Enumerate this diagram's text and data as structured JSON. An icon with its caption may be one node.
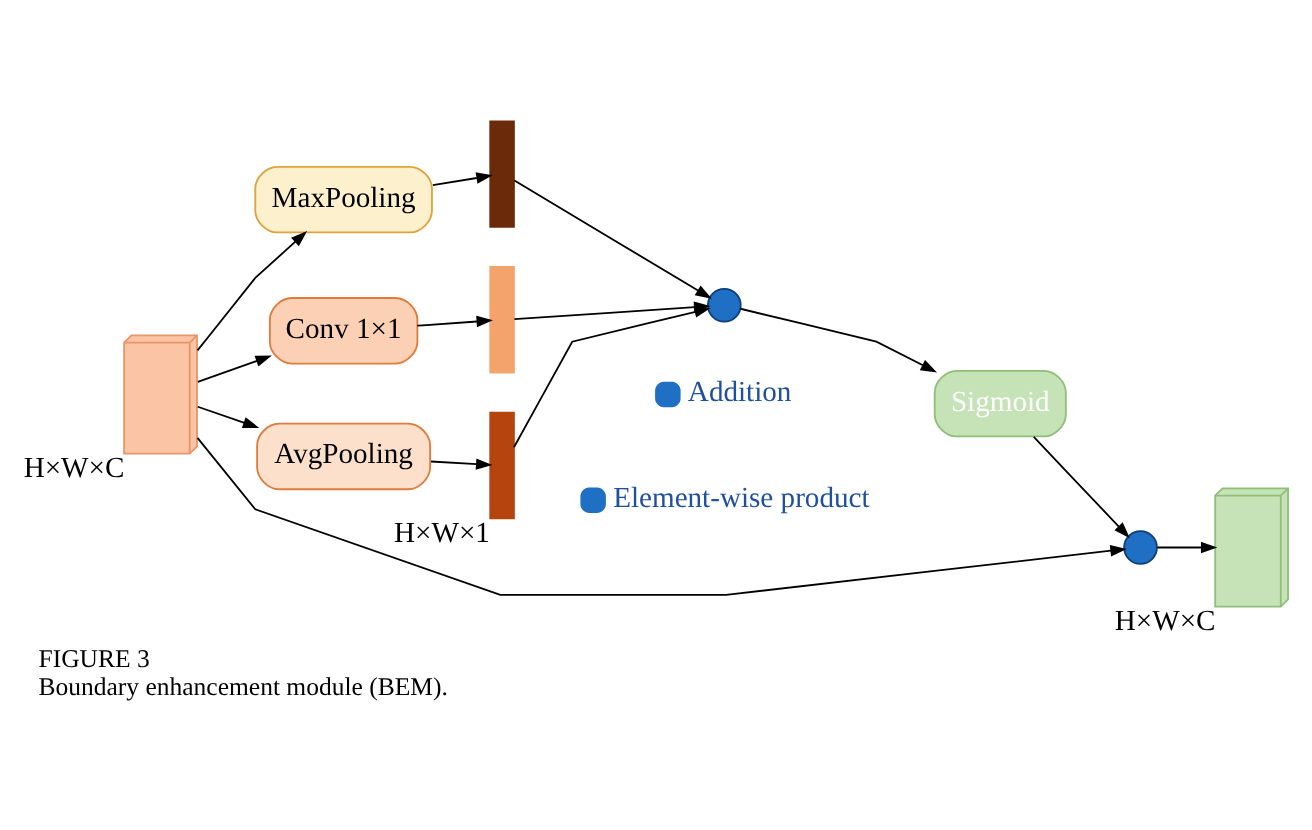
{
  "diagram": {
    "title": "FIGURE 3",
    "caption": "Boundary enhancement module (BEM).",
    "nodes": [
      {
        "text": [],
        "shape": "box",
        "beside": [
          "H×W×C"
        ]
      },
      {
        "text": [
          "AvgPooling"
        ]
      },
      {
        "text": [
          "MaxPooling"
        ]
      },
      {
        "text": [
          "Conv 1×1"
        ]
      },
      {
        "text": [],
        "shape": "bar",
        "beside": [
          "H×W×1"
        ]
      },
      {
        "text": [],
        "shape": "bar"
      },
      {
        "text": [],
        "shape": "bar"
      },
      {
        "text": [],
        "shape": "circle"
      },
      {
        "text": [
          "Sigmoid"
        ]
      },
      {
        "text": [],
        "shape": "circle"
      },
      {
        "text": [],
        "shape": "box",
        "beside": [
          "H×W×C"
        ]
      }
    ],
    "edges": [
      {
        "from": 0,
        "to": 1,
        "arrow": "to"
      },
      {
        "from": 0,
        "to": 2,
        "arrow": "to"
      },
      {
        "from": 0,
        "to": 3,
        "arrow": "to"
      },
      {
        "from": 1,
        "to": 4,
        "arrow": "to"
      },
      {
        "from": 2,
        "to": 5,
        "arrow": "to"
      },
      {
        "from": 3,
        "to": 6,
        "arrow": "to"
      },
      {
        "from": 4,
        "to": 7,
        "arrow": "to"
      },
      {
        "from": 5,
        "to": 7,
        "arrow": "to"
      },
      {
        "from": 6,
        "to": 7,
        "arrow": "to"
      },
      {
        "from": 7,
        "to": 8,
        "arrow": "to"
      },
      {
        "from": 8,
        "to": 9,
        "arrow": "to"
      },
      {
        "from": 0,
        "to": 9,
        "arrow": "to"
      },
      {
        "from": 9,
        "to": 10,
        "arrow": "to"
      }
    ],
    "legend": [
      {
        "text": "Addition"
      },
      {
        "text": "Element-wise product"
      }
    ]
  }
}
